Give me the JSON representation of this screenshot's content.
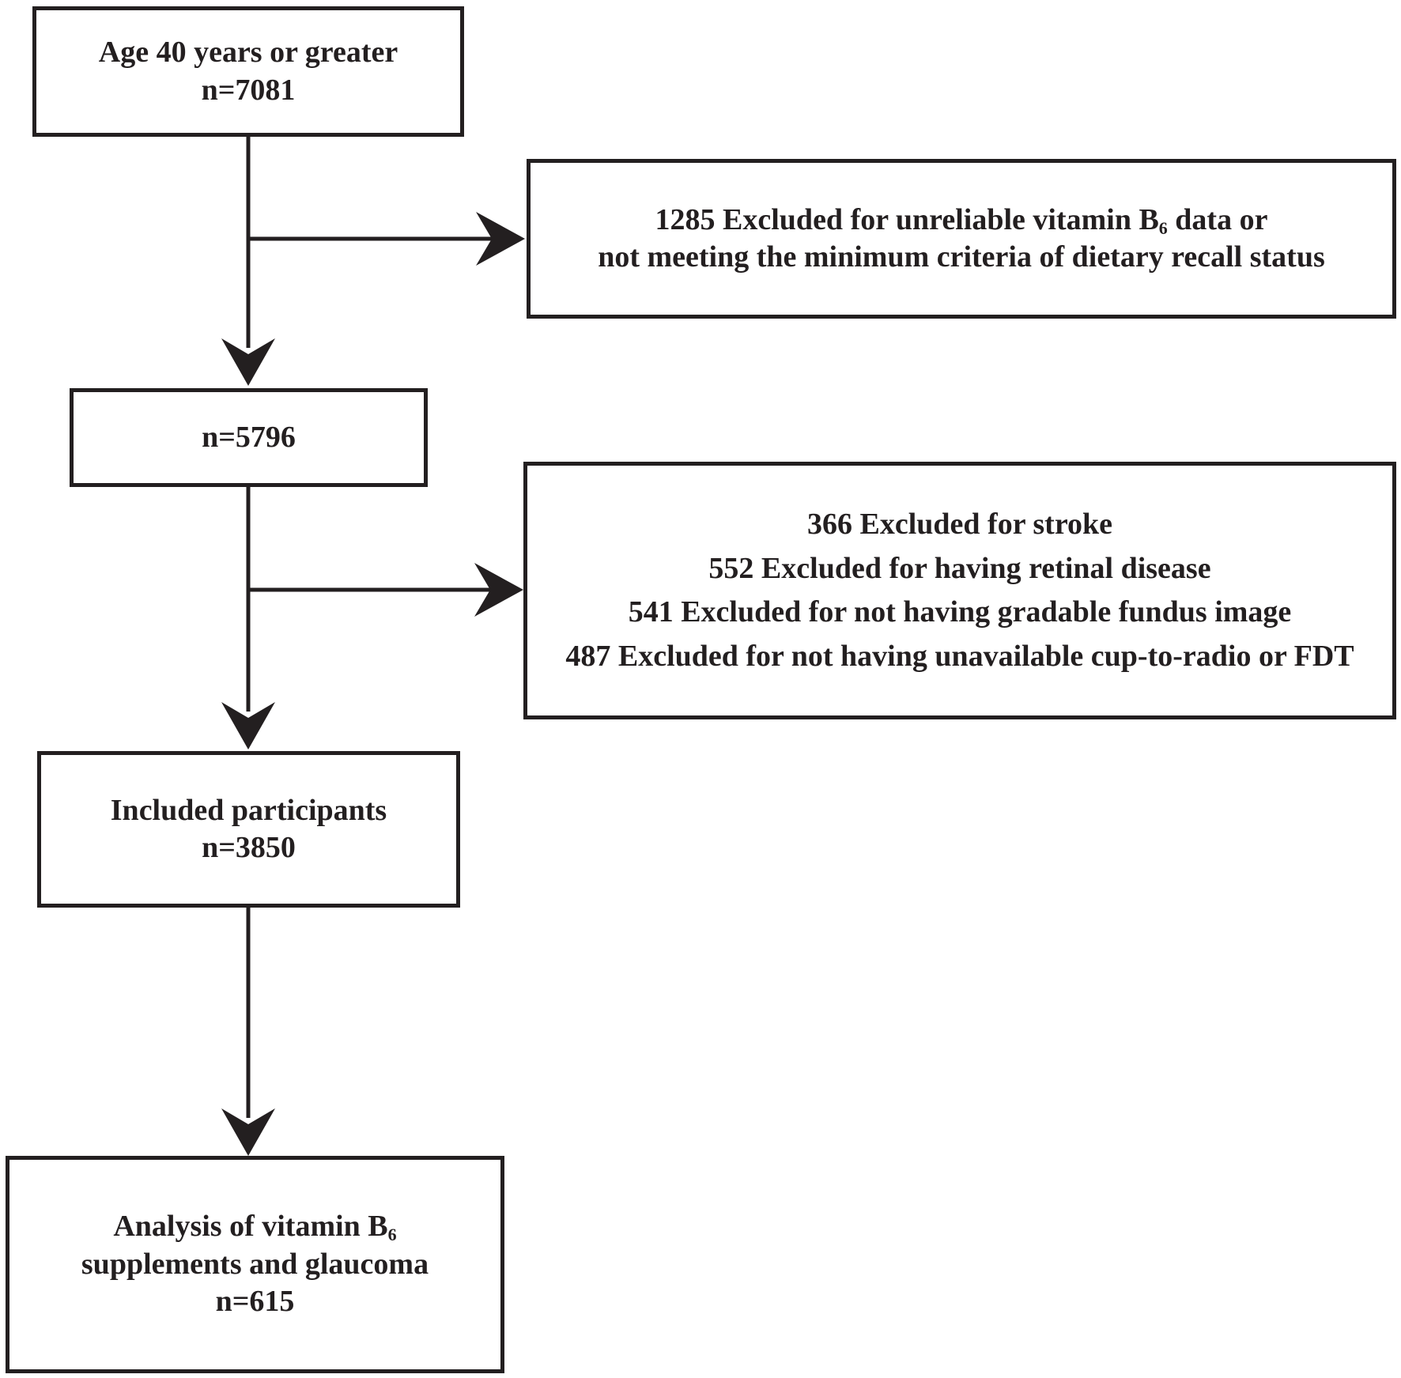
{
  "boxes": {
    "start": {
      "line1": "Age 40 years or greater",
      "line2": "n=7081"
    },
    "exclusion1": {
      "line1_pre": "1285 Excluded for unreliable vitamin B",
      "line1_sub": "6",
      "line1_post": " data or",
      "line2": "not meeting the minimum criteria of dietary recall status"
    },
    "second": {
      "line1": "n=5796"
    },
    "exclusion2": {
      "lines": [
        "366 Excluded for stroke",
        "552 Excluded for having retinal disease",
        "541 Excluded for not having gradable fundus image",
        "487 Excluded for not having unavailable cup-to-radio or FDT"
      ]
    },
    "included": {
      "line1": "Included participants",
      "line2": "n=3850"
    },
    "analysis": {
      "line1_pre": "Analysis of vitamin B",
      "line1_sub": "6",
      "line2": "supplements and glaucoma",
      "line3": "n=615"
    }
  },
  "colors": {
    "stroke": "#231f20",
    "background": "#ffffff"
  }
}
